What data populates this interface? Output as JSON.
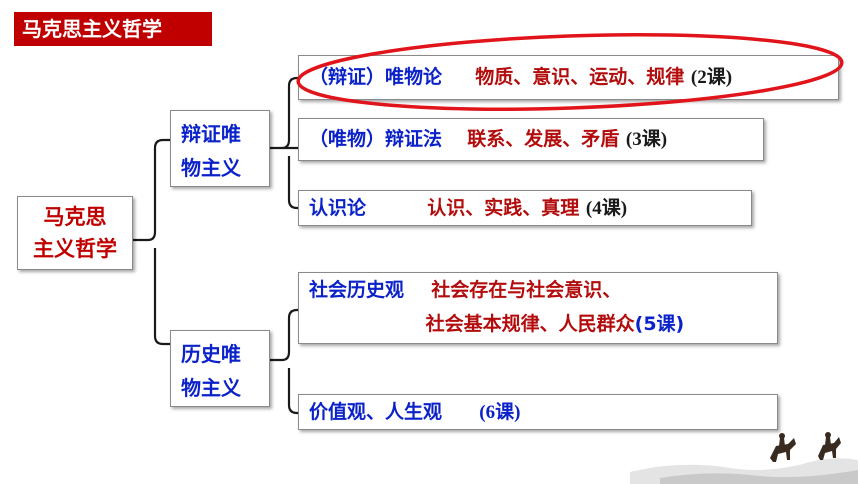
{
  "header": {
    "title": "马克思主义哲学"
  },
  "root": {
    "line1": "马克思",
    "line2": "主义哲学"
  },
  "branches": [
    {
      "line1": "辩证唯",
      "line2": "物主义",
      "items": [
        {
          "topic": "（辩证）唯物论",
          "content": "物质、意识、运动、规律",
          "lesson": "(2课)"
        },
        {
          "topic": "（唯物）辩证法",
          "content": "联系、发展、矛盾",
          "lesson": "(3课)"
        },
        {
          "topic": "认识论",
          "content": "认识、实践、真理",
          "lesson": "(4课)"
        }
      ]
    },
    {
      "line1": "历史唯",
      "line2": "物主义",
      "items": [
        {
          "topic": "社会历史观",
          "content": "社会存在与社会意识、",
          "content2": "社会基本规律、人民群众",
          "lesson": "(5课)"
        },
        {
          "topic": "价值观、人生观",
          "lesson": "(6课)"
        }
      ]
    }
  ],
  "colors": {
    "badge": "#c00000",
    "topic": "#0b22c8",
    "content": "#b30c0c",
    "highlight_ellipse": "#e0141a"
  }
}
